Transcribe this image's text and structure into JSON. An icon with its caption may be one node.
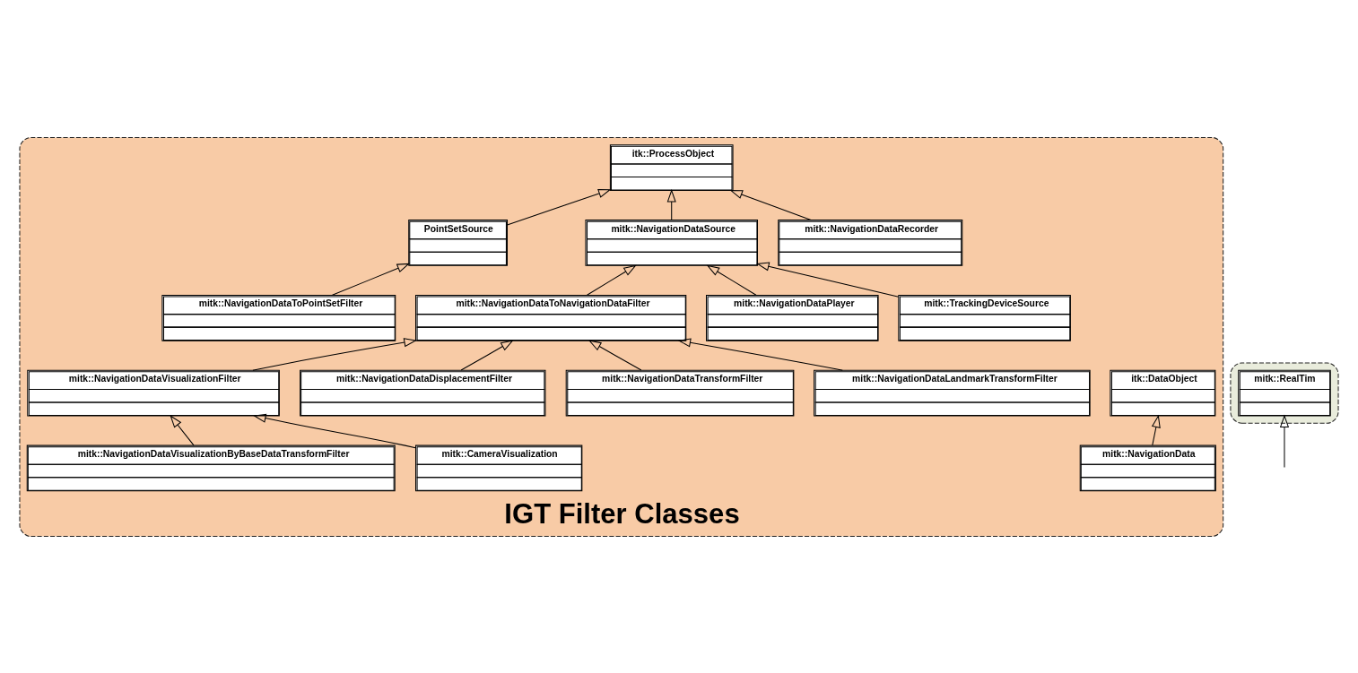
{
  "diagram": {
    "nodes": [
      {
        "text": [
          "IGT Filter Classes"
        ]
      },
      {
        "text": [
          "itk::DataObject"
        ],
        "in": 0
      },
      {
        "text": [
          "itk::ProcessObject"
        ],
        "in": 0
      },
      {
        "text": [
          "mitk::NavigationData"
        ],
        "in": 0
      },
      {
        "text": [
          "mitk::NavigationDataSource"
        ],
        "in": 0
      },
      {
        "text": [
          "mitk::NavigationDataRecorder"
        ],
        "in": 0
      },
      {
        "text": [
          "PointSetSource"
        ],
        "in": 0
      },
      {
        "text": [
          "mitk::TrackingDeviceSource"
        ],
        "in": 0
      },
      {
        "text": [
          "mitk::NavigationDataPlayer"
        ],
        "in": 0
      },
      {
        "text": [
          "mitk::NavigationDataToNavigationDataFilter"
        ],
        "in": 0
      },
      {
        "text": [
          "mitk::NavigationDataToPointSetFilter"
        ],
        "in": 0
      },
      {
        "text": [
          "mitk::NavigationDataVisualizationFilter"
        ],
        "in": 0
      },
      {
        "text": [
          "mitk::NavigationDataLandmarkTransformFilter"
        ],
        "in": 0
      },
      {
        "text": [
          "mitk::NavigationDataTransformFilter"
        ],
        "in": 0
      },
      {
        "text": [
          "mitk::NavigationDataDisplacementFilter"
        ],
        "in": 0
      },
      {
        "text": [
          "mitk::CameraVisualization"
        ],
        "in": 0
      },
      {
        "text": [
          "mitk::NavigationDataVisualizationByBaseDataTransformFilter"
        ],
        "in": 0
      },
      {
        "text": [],
        "shape": "cloud"
      },
      {
        "text": [
          "mitk::RealTim"
        ],
        "in": 17
      }
    ],
    "edges": [
      {
        "from": 3,
        "to": 1,
        "arrow": "to"
      },
      {
        "from": 4,
        "to": 2,
        "arrow": "to"
      },
      {
        "from": 5,
        "to": 2,
        "arrow": "to"
      },
      {
        "from": 6,
        "to": 2,
        "arrow": "to"
      },
      {
        "from": 7,
        "to": 4,
        "arrow": "to"
      },
      {
        "from": 8,
        "to": 4,
        "arrow": "to"
      },
      {
        "from": 9,
        "to": 4,
        "arrow": "to"
      },
      {
        "from": 10,
        "to": 6,
        "arrow": "to"
      },
      {
        "from": 11,
        "to": 9,
        "arrow": "to"
      },
      {
        "from": 12,
        "to": 9,
        "arrow": "to"
      },
      {
        "from": 13,
        "to": 9,
        "arrow": "to"
      },
      {
        "from": 14,
        "to": 9,
        "arrow": "to"
      },
      {
        "from": 15,
        "to": 11,
        "arrow": "to"
      },
      {
        "from": 16,
        "to": 11,
        "arrow": "to"
      },
      {
        "from": null,
        "to": 18,
        "arrow": "to"
      }
    ]
  }
}
